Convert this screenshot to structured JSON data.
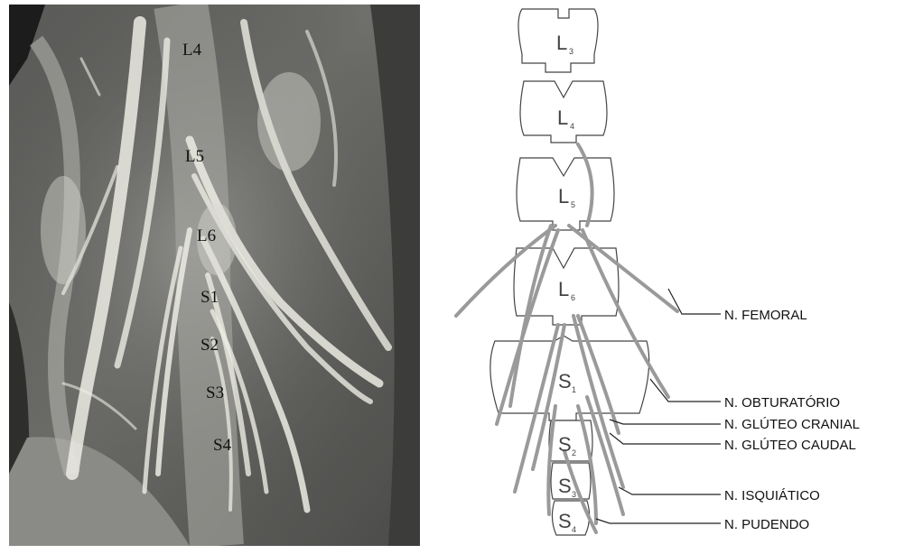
{
  "photo": {
    "labels": [
      "L4",
      "L5",
      "L6",
      "S1",
      "S2",
      "S3",
      "S4"
    ]
  },
  "diagram": {
    "vertebrae": [
      {
        "letter": "L",
        "sub": "3"
      },
      {
        "letter": "L",
        "sub": "4"
      },
      {
        "letter": "L",
        "sub": "5"
      },
      {
        "letter": "L",
        "sub": "6"
      },
      {
        "letter": "S",
        "sub": "1"
      },
      {
        "letter": "S",
        "sub": "2"
      },
      {
        "letter": "S",
        "sub": "3"
      },
      {
        "letter": "S",
        "sub": "4"
      }
    ],
    "nerves": [
      "N. FEMORAL",
      "N. OBTURATÓRIO",
      "N. GLÚTEO CRANIAL",
      "N. GLÚTEO CAUDAL",
      "N. ISQUIÁTICO",
      "N. PUDENDO"
    ]
  },
  "colors": {
    "photo_dark": "#3a3a3a",
    "nerve_light": "#e8e8e0",
    "diagram_nerve": "#9a9a9a",
    "diagram_outline": "#444444"
  }
}
